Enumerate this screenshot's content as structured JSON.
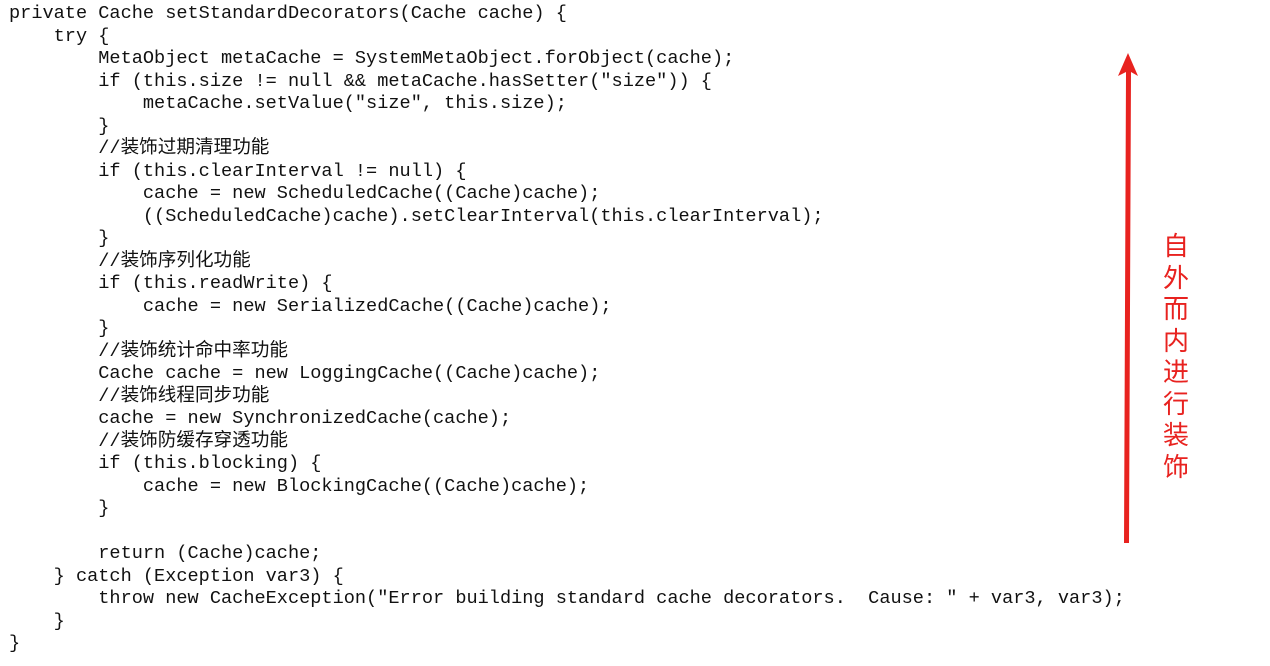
{
  "code_lines": [
    "private Cache setStandardDecorators(Cache cache) {",
    "    try {",
    "        MetaObject metaCache = SystemMetaObject.forObject(cache);",
    "        if (this.size != null && metaCache.hasSetter(\"size\")) {",
    "            metaCache.setValue(\"size\", this.size);",
    "        }",
    "        //装饰过期清理功能",
    "        if (this.clearInterval != null) {",
    "            cache = new ScheduledCache((Cache)cache);",
    "            ((ScheduledCache)cache).setClearInterval(this.clearInterval);",
    "        }",
    "        //装饰序列化功能",
    "        if (this.readWrite) {",
    "            cache = new SerializedCache((Cache)cache);",
    "        }",
    "        //装饰统计命中率功能",
    "        Cache cache = new LoggingCache((Cache)cache);",
    "        //装饰线程同步功能",
    "        cache = new SynchronizedCache(cache);",
    "        //装饰防缓存穿透功能",
    "        if (this.blocking) {",
    "            cache = new BlockingCache((Cache)cache);",
    "        }",
    "",
    "        return (Cache)cache;",
    "    } catch (Exception var3) {",
    "        throw new CacheException(\"Error building standard cache decorators.  Cause: \" + var3, var3);",
    "    }",
    "}"
  ],
  "annotation": {
    "chars": [
      "自",
      "外",
      "而",
      "内",
      "进",
      "行",
      "装",
      "饰"
    ],
    "color": "#e8221f",
    "arrow_icon": "up-arrow-icon"
  }
}
